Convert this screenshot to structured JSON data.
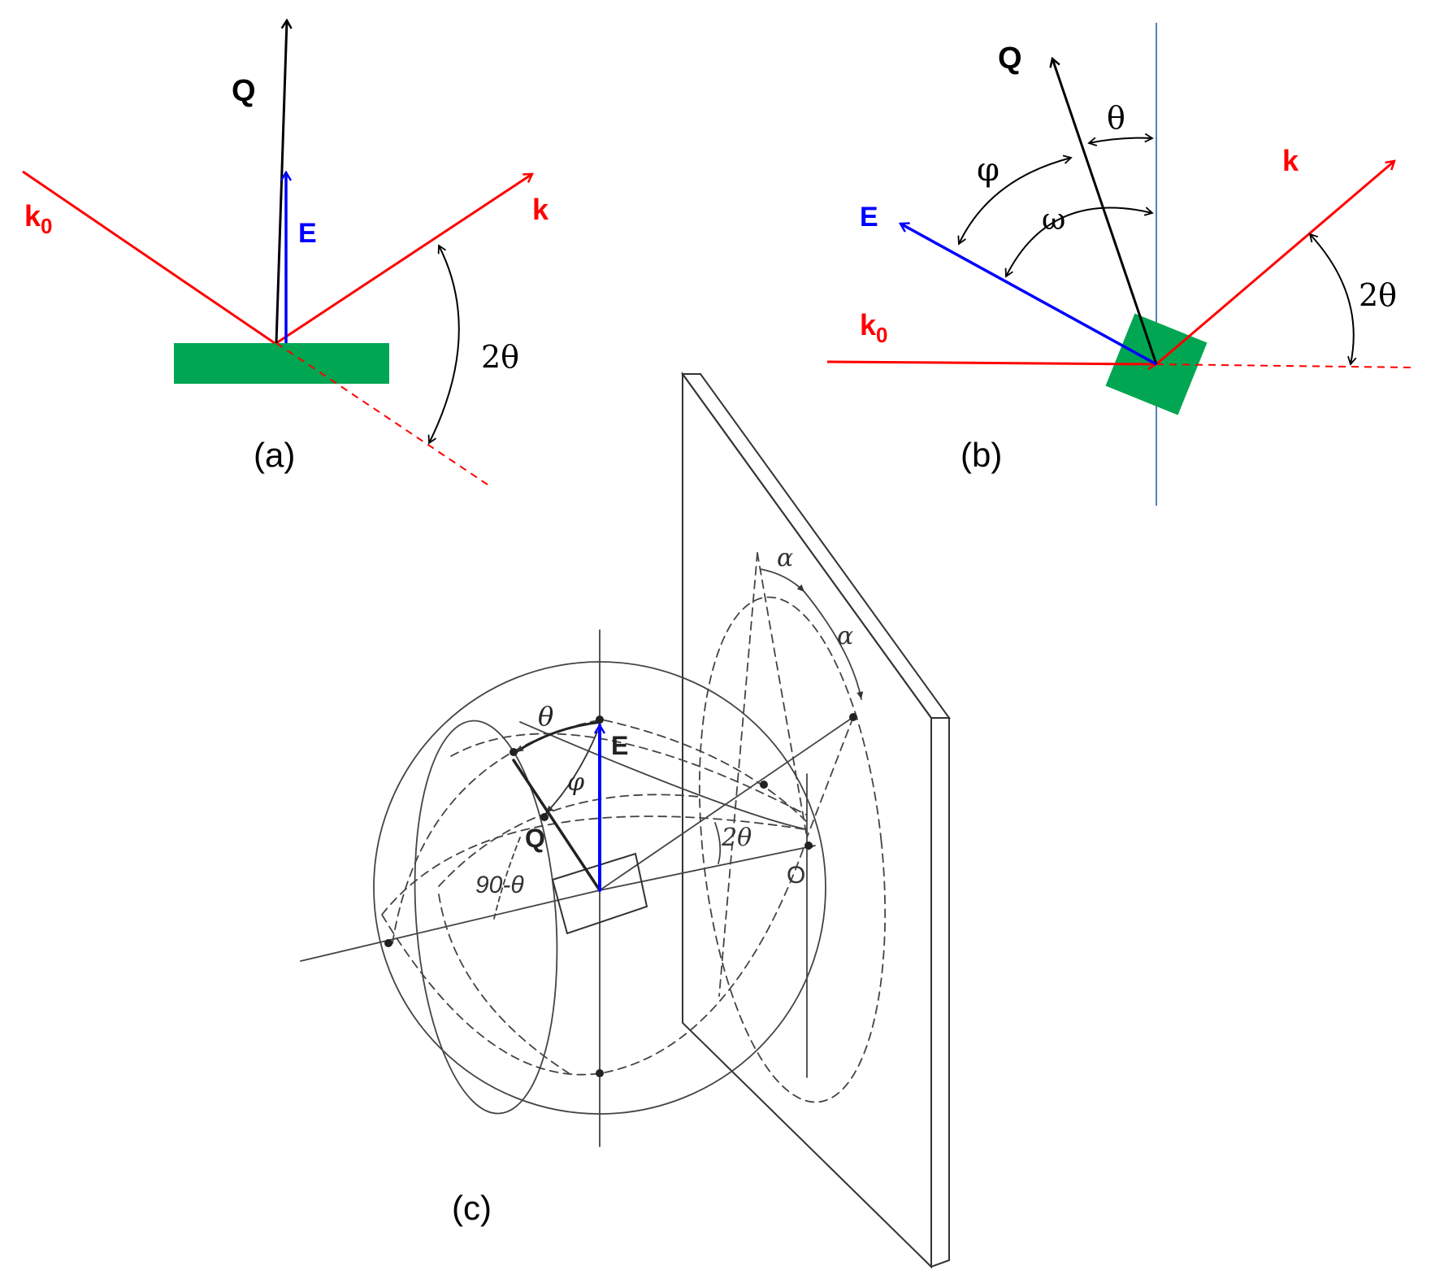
{
  "colors": {
    "incident_beam": "#ff0000",
    "field_vector": "#0000ff",
    "scattering_vector": "#000000",
    "sample": "#00a651",
    "surface_normal": "#4f81bd",
    "line_art": "#333333"
  },
  "panel_a": {
    "label": "(a)",
    "q_label": "Q",
    "e_label": "E",
    "k0_label": "k",
    "k0_sub": "0",
    "k_label": "k",
    "angle_label": "2θ"
  },
  "panel_b": {
    "label": "(b)",
    "q_label": "Q",
    "e_label": "E",
    "k0_label": "k",
    "k0_sub": "0",
    "k_label": "k",
    "theta_label": "θ",
    "phi_label": "φ",
    "omega_label": "ω",
    "two_theta_label": "2θ"
  },
  "panel_c": {
    "label": "(c)",
    "theta_label": "θ",
    "e_label": "E",
    "phi_label": "φ",
    "q_label": "Q",
    "ninety_minus_theta_label": "90-θ",
    "two_theta_label": "2θ",
    "origin_label": "O",
    "alpha_label_1": "α",
    "alpha_label_2": "α"
  }
}
